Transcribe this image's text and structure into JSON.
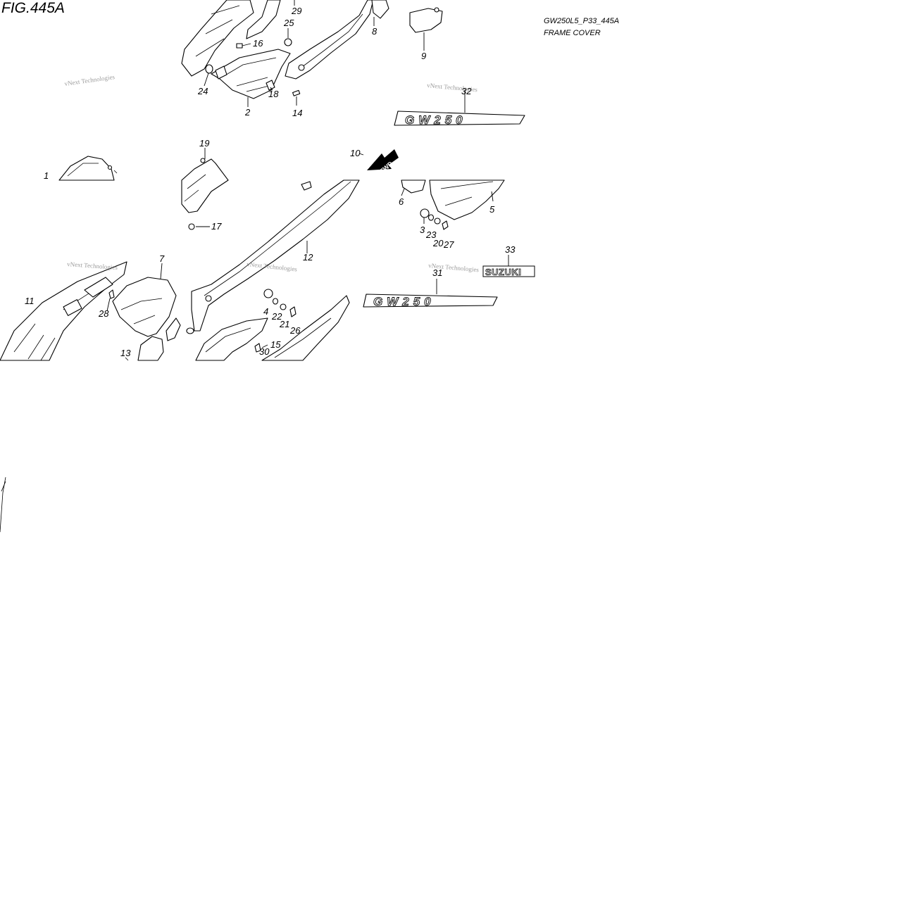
{
  "figure": {
    "title": "FIG.445A",
    "diagram_code": "GW250L5_P33_445A",
    "section_name": "FRAME COVER"
  },
  "direction_badge": {
    "label": "FWD"
  },
  "emblems": {
    "model_badge": "GW250",
    "brand_badge": "SUZUKI"
  },
  "watermark": {
    "text": "vNext Technologies"
  },
  "callouts": [
    {
      "id": "1",
      "label": "1"
    },
    {
      "id": "2",
      "label": "2"
    },
    {
      "id": "3",
      "label": "3"
    },
    {
      "id": "4",
      "label": "4"
    },
    {
      "id": "5",
      "label": "5"
    },
    {
      "id": "6",
      "label": "6"
    },
    {
      "id": "7",
      "label": "7"
    },
    {
      "id": "8",
      "label": "8"
    },
    {
      "id": "9",
      "label": "9"
    },
    {
      "id": "10",
      "label": "10"
    },
    {
      "id": "11",
      "label": "11"
    },
    {
      "id": "12",
      "label": "12"
    },
    {
      "id": "13",
      "label": "13"
    },
    {
      "id": "14",
      "label": "14"
    },
    {
      "id": "15",
      "label": "15"
    },
    {
      "id": "16",
      "label": "16"
    },
    {
      "id": "17",
      "label": "17"
    },
    {
      "id": "18",
      "label": "18"
    },
    {
      "id": "19",
      "label": "19"
    },
    {
      "id": "20",
      "label": "20"
    },
    {
      "id": "21",
      "label": "21"
    },
    {
      "id": "22",
      "label": "22"
    },
    {
      "id": "23",
      "label": "23"
    },
    {
      "id": "24",
      "label": "24"
    },
    {
      "id": "25",
      "label": "25"
    },
    {
      "id": "26",
      "label": "26"
    },
    {
      "id": "27",
      "label": "27"
    },
    {
      "id": "28",
      "label": "28"
    },
    {
      "id": "29",
      "label": "29"
    },
    {
      "id": "30",
      "label": "30"
    },
    {
      "id": "31",
      "label": "31"
    },
    {
      "id": "32",
      "label": "32"
    },
    {
      "id": "33",
      "label": "33"
    }
  ]
}
